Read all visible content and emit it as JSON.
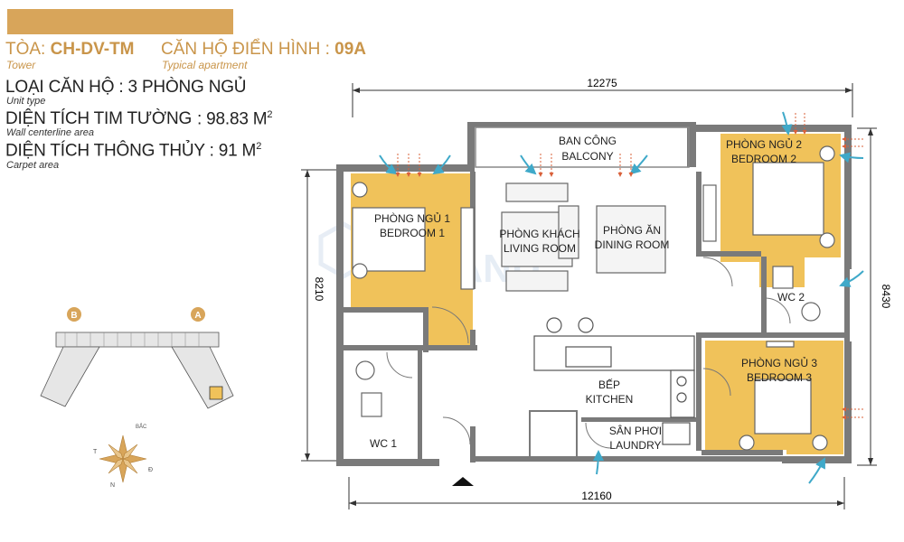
{
  "header": {
    "tower_label": "TÒA:",
    "tower_code": "CH-DV-TM",
    "tower_sub": "Tower",
    "apt_label": "CĂN HỘ ĐIỂN HÌNH :",
    "apt_code": "09A",
    "apt_sub": "Typical apartment"
  },
  "info": {
    "unit_type": "LOẠI CĂN HỘ : 3 PHÒNG NGỦ",
    "unit_type_sub": "Unit type",
    "centerline_label": "DIỆN TÍCH TIM TƯỜNG",
    "centerline_value": ": 98.83 M",
    "centerline_sub": "Wall centerline area",
    "carpet_label": "DIỆN TÍCH THÔNG THỦY : 91 M",
    "carpet_sub": "Carpet area",
    "sq": "2"
  },
  "dimensions": {
    "top": "12275",
    "bottom": "12160",
    "left": "8210",
    "right": "8430"
  },
  "rooms": {
    "balcony_vi": "BAN CÔNG",
    "balcony_en": "BALCONY",
    "bed1_vi": "PHÒNG NGỦ 1",
    "bed1_en": "BEDROOM 1",
    "living_vi": "PHÒNG KHÁCH",
    "living_en": "LIVING ROOM",
    "dining_vi": "PHÒNG ĂN",
    "dining_en": "DINING ROOM",
    "bed2_vi": "PHÒNG NGỦ 2",
    "bed2_en": "BEDROOM 2",
    "wc2": "WC 2",
    "bed3_vi": "PHÒNG NGỦ 3",
    "bed3_en": "BEDROOM 3",
    "kitchen_vi": "BẾP",
    "kitchen_en": "KITCHEN",
    "laundry_vi": "SÂN PHƠI",
    "laundry_en": "LAUNDRY",
    "wc1": "WC 1"
  },
  "keyplan": {
    "block_b": "B",
    "block_a": "A"
  },
  "compass": {
    "north": "BẮC",
    "west": "T",
    "east": "Đ",
    "south": "N"
  },
  "watermark": "MTLAND",
  "colors": {
    "gold": "#c9954a",
    "room_fill": "#f0c25a",
    "wall": "#7a7a7a",
    "arrow": "#3fa9c9",
    "wind_arrow": "#d9603a"
  }
}
